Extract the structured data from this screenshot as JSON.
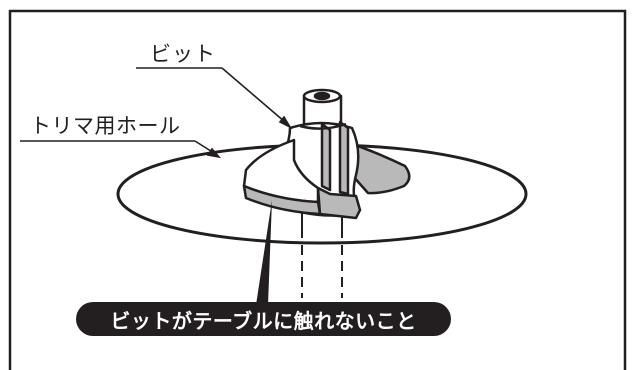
{
  "labels": {
    "bit": "ビット",
    "router_hole": "トリマ用ホール",
    "warning": "ビットがテーブルに触れないこと"
  },
  "colors": {
    "line": "#231f20",
    "bit_shade": "#b9b9b9",
    "background": "#ffffff"
  }
}
